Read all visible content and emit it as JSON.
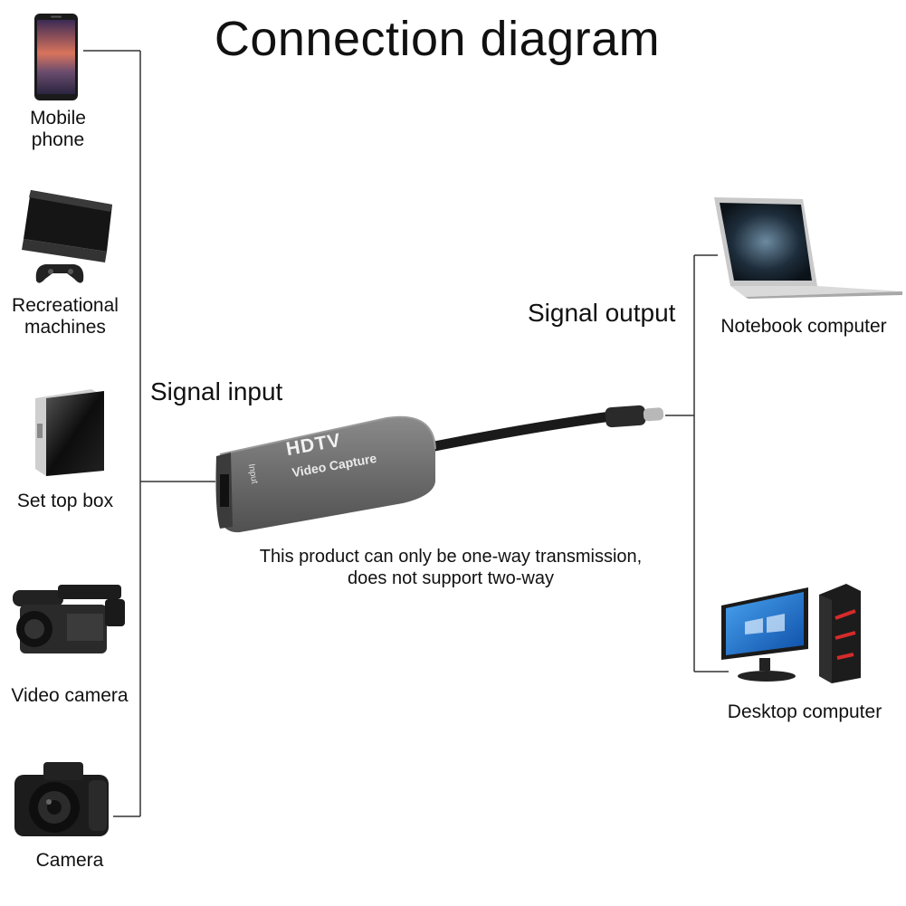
{
  "title": "Connection diagram",
  "sections": {
    "input": "Signal input",
    "output": "Signal output"
  },
  "input_devices": [
    {
      "label_lines": [
        "Mobile",
        "phone"
      ],
      "icon": "mobile-phone-icon"
    },
    {
      "label_lines": [
        "Recreational",
        "machines"
      ],
      "icon": "game-console-icon"
    },
    {
      "label_lines": [
        "Set top box"
      ],
      "icon": "set-top-box-icon"
    },
    {
      "label_lines": [
        "Video camera"
      ],
      "icon": "video-camera-icon"
    },
    {
      "label_lines": [
        "Camera"
      ],
      "icon": "camera-icon"
    }
  ],
  "output_devices": [
    {
      "label": "Notebook computer",
      "icon": "laptop-icon"
    },
    {
      "label": "Desktop computer",
      "icon": "desktop-computer-icon"
    }
  ],
  "capture_device": {
    "brand": "HDTV",
    "name": "Video Capture",
    "port_label": "Input",
    "icon": "video-capture-dongle-icon"
  },
  "note": {
    "line1": "This product can only be one-way transmission,",
    "line2": "does not support two-way"
  },
  "colors": {
    "line": "#333333",
    "dongle_body": "#6e6e6e",
    "screen_blue": "#1f6fd1",
    "accent_red": "#d42b2b"
  }
}
